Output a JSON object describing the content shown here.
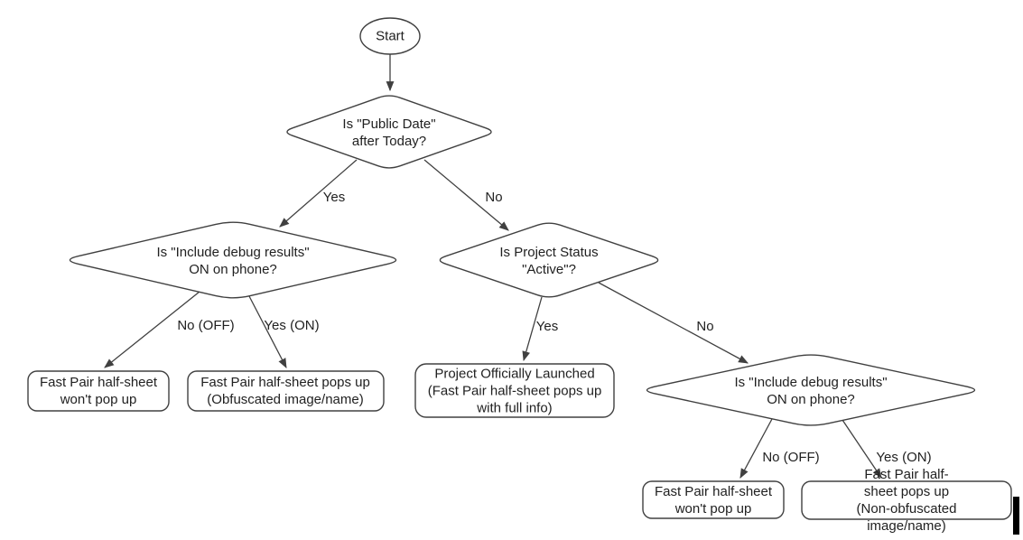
{
  "flowchart": {
    "nodes": {
      "start": {
        "type": "terminator",
        "label": "Start"
      },
      "public_date": {
        "type": "decision",
        "label": "Is \"Public Date\"\nafter Today?"
      },
      "debug_left": {
        "type": "decision",
        "label": "Is \"Include debug results\"\nON on phone?"
      },
      "project_status": {
        "type": "decision",
        "label": "Is Project Status\n\"Active\"?"
      },
      "debug_right": {
        "type": "decision",
        "label": "Is \"Include debug results\"\nON on phone?"
      },
      "no_popup_left": {
        "type": "result",
        "label": "Fast Pair half-sheet\nwon't pop up"
      },
      "obfuscated": {
        "type": "result",
        "label": "Fast Pair half-sheet pops up\n(Obfuscated image/name)"
      },
      "launched": {
        "type": "result",
        "label": "Project Officially Launched\n(Fast Pair half-sheet pops up\nwith full info)"
      },
      "no_popup_right": {
        "type": "result",
        "label": "Fast Pair half-sheet\nwon't pop up"
      },
      "non_obfuscated": {
        "type": "result",
        "label": "Fast Pair half-sheet pops up\n(Non-obfuscated image/name)"
      }
    },
    "edge_labels": {
      "public_date_yes": "Yes",
      "public_date_no": "No",
      "debug_left_no": "No (OFF)",
      "debug_left_yes": "Yes (ON)",
      "project_status_yes": "Yes",
      "project_status_no": "No",
      "debug_right_no": "No (OFF)",
      "debug_right_yes": "Yes (ON)"
    },
    "colors": {
      "line": "#404040",
      "text": "#212121",
      "node_fill": "#ffffff",
      "caret": "#000000"
    }
  }
}
